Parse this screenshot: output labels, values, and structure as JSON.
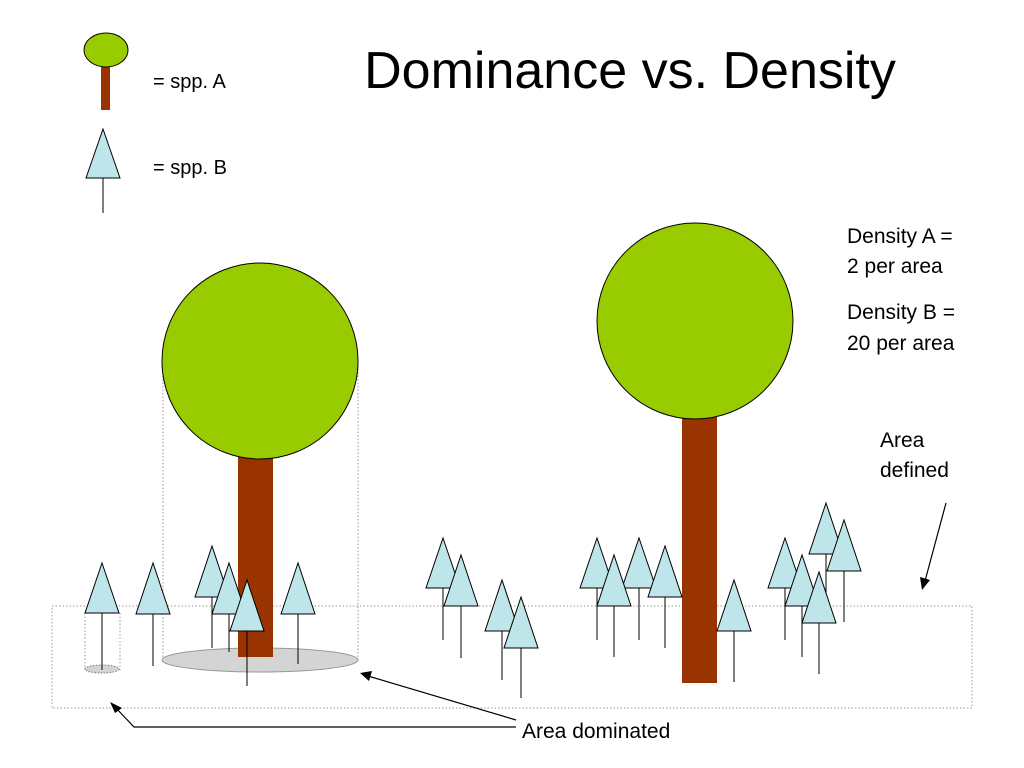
{
  "title": "Dominance vs. Density",
  "legend": {
    "species_a": "= spp. A",
    "species_b": "= spp. B"
  },
  "density": {
    "a_line1": "Density A =",
    "a_line2": "2 per area",
    "b_line1": "Density B =",
    "b_line2": "20 per area"
  },
  "area_defined": {
    "line1": "Area",
    "line2": "defined"
  },
  "area_dominated": "Area dominated",
  "colors": {
    "canopy": "#99CC00",
    "trunk": "#993300",
    "conifer": "#BDE5EA",
    "area_shadow": "#D4D4D4"
  }
}
